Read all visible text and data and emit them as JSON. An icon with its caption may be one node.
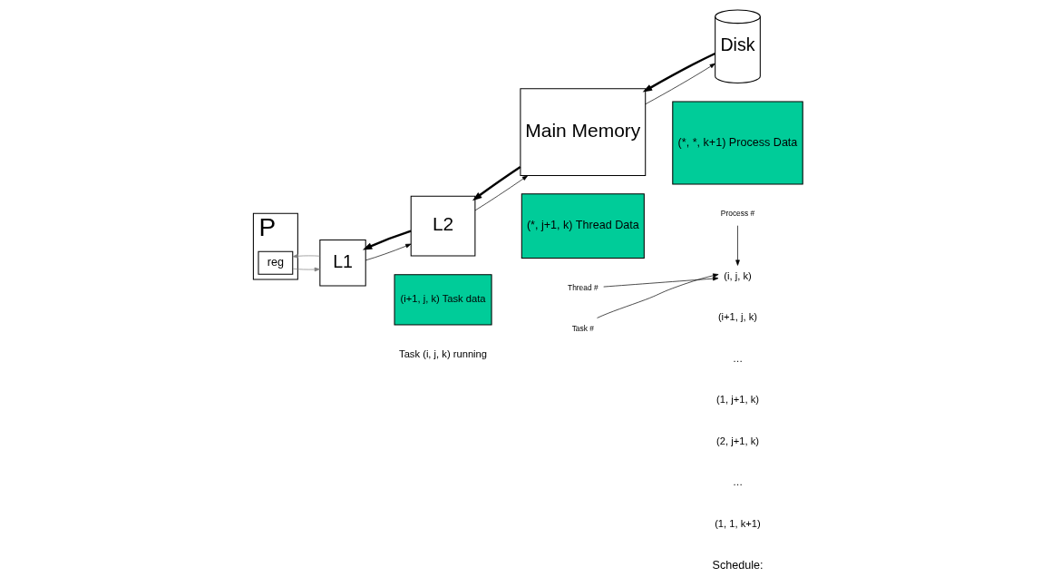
{
  "diagram": {
    "nodes": [
      {
        "text": [
          "P"
        ]
      },
      {
        "text": [
          "reg"
        ],
        "in": 0
      },
      {
        "text": [
          "L1"
        ]
      },
      {
        "text": [
          "L2"
        ]
      },
      {
        "text": [
          "Main Memory"
        ]
      },
      {
        "text": [
          "Disk"
        ]
      },
      {
        "text": [
          "(i+1, j, k) Task data"
        ]
      },
      {
        "text": [
          "(*, j+1, k) Thread Data"
        ]
      },
      {
        "text": [
          "(*, *, k+1) Process Data"
        ]
      },
      {
        "text": [
          "Task #"
        ]
      },
      {
        "text": [
          "Thread #"
        ]
      },
      {
        "text": [
          "Process #"
        ]
      },
      {
        "text": [
          "(i, j, k)"
        ]
      }
    ],
    "edges": [
      {
        "from": 1,
        "to": 2,
        "arrow": "to",
        "color": "#808080"
      },
      {
        "from": 2,
        "to": 1,
        "arrow": "to",
        "color": "#808080"
      },
      {
        "from": 2,
        "to": 3,
        "arrow": "to"
      },
      {
        "from": 3,
        "to": 2,
        "arrow": "to",
        "style": "thick"
      },
      {
        "from": 3,
        "to": 4,
        "arrow": "to"
      },
      {
        "from": 4,
        "to": 3,
        "arrow": "to",
        "style": "thick"
      },
      {
        "from": 4,
        "to": 5,
        "arrow": "to"
      },
      {
        "from": 5,
        "to": 4,
        "arrow": "to",
        "style": "thick"
      },
      {
        "from": 9,
        "to": 12,
        "arrow": "to"
      },
      {
        "from": 10,
        "to": 12,
        "arrow": "to"
      },
      {
        "from": 11,
        "to": 12,
        "arrow": "to"
      }
    ],
    "labels": [
      "Task (i, j, k) running",
      "Schedule:",
      "(i+1, j, k)",
      "…",
      "(1, j+1, k)",
      "(2, j+1, k)",
      "…",
      "(1, 1, k+1)"
    ]
  }
}
